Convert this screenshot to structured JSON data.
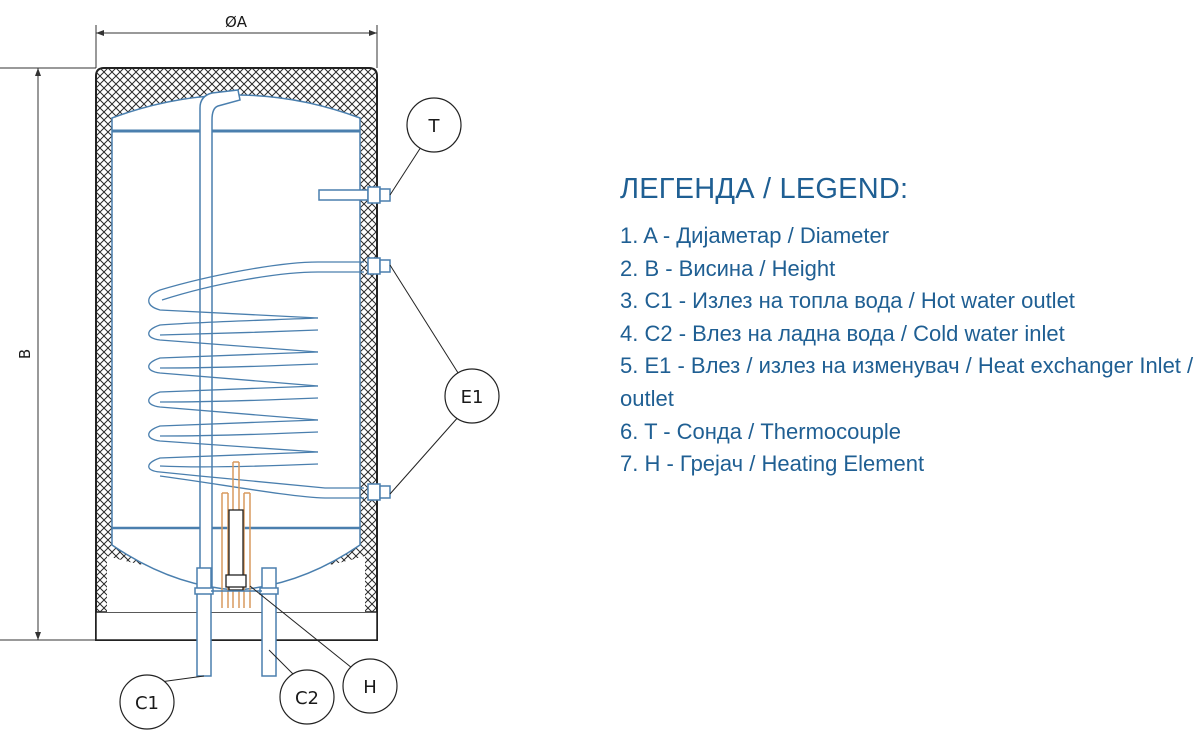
{
  "dimensions": {
    "diameter": "ØA",
    "height": "B"
  },
  "callouts": {
    "thermo": "T",
    "exchanger": "E1",
    "hot_out": "C1",
    "cold_in": "C2",
    "heater": "H"
  },
  "legend": {
    "title": "ЛЕГЕНДА / LEGEND:",
    "items": [
      "1. A - Дијаметар / Diameter",
      "2. B - Висина / Height",
      "3. C1 - Излез на топла  вода / Hot water outlet",
      "4. C2 - Влез на ладна вода / Cold water inlet",
      "5. E1 - Влез / излез на изменувач / Heat exchanger Inlet / outlet",
      "6. T - Сонда / Thermocouple",
      "7. H - Грејач / Heating Element"
    ]
  },
  "colors": {
    "legend_text": "#1f5f93",
    "outline": "#222222",
    "pipe": "#4a7fae",
    "heater": "#d89a5e"
  }
}
